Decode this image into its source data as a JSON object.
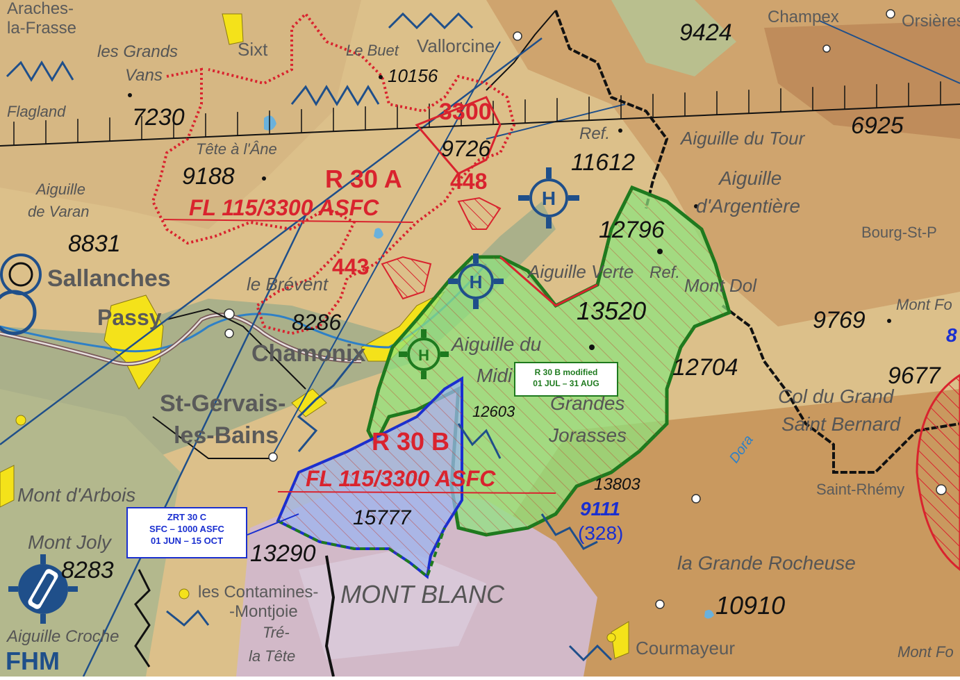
{
  "colors": {
    "terrain_low": "#e3cf94",
    "terrain_mid": "#cfa56d",
    "terrain_high": "#b88455",
    "valley_green": "#a9b58a",
    "glacier": "#c9d9e6",
    "restricted_red": "#d9232e",
    "zone_green": "#1e7a1e",
    "zone_green_fill": "#8ee37e",
    "zone_blue": "#1a2fd0",
    "zone_blue_fill": "#9cb6f0",
    "airway_blue": "#1f4f8a",
    "border_black": "#111111",
    "urban_yellow": "#f4e21a"
  },
  "zones": {
    "r30a": {
      "name": "R 30 A",
      "limits": "FL 115/3300 ASFC",
      "alt1": "3300",
      "alt2": "448",
      "alt3": "443"
    },
    "r30b": {
      "name": "R 30 B",
      "limits": "FL 115/3300 ASFC"
    },
    "r30b_modified": {
      "line1": "R 30 B modified",
      "line2": "01 JUL – 31 AUG"
    },
    "zrt30c": {
      "line1": "ZRT 30 C",
      "line2": "SFC – 1000 ASFC",
      "line3": "01 JUN – 15 OCT"
    }
  },
  "towns": [
    "Sallanches",
    "Chamonix",
    "St-Gervais-",
    "les-Bains",
    "Passy",
    "Courmayeur",
    "Saint-Rhémy",
    "Bourg-St-P",
    "Champex",
    "Orsières",
    "Vallorcine",
    "Sixt",
    "Araches-",
    "la-Frasse",
    "les Contamines-",
    "-Montjoie"
  ],
  "places": [
    "les Grands",
    "Vans",
    "Tête à l'Âne",
    "Aiguille",
    "de Varan",
    "le Brévent",
    "Aiguille du Tour",
    "Aiguille",
    "d'Argentière",
    "Aiguille Verte",
    "Ref.",
    "Aiguille du",
    "Midi",
    "Grandes",
    "Jorasses",
    "MONT BLANC",
    "Col du Grand",
    "Saint Bernard",
    "la Grande Rocheuse",
    "Mont d'Arbois",
    "Mont Joly",
    "Aiguille Croche",
    "Mont Fo",
    "Mont Fo",
    "Tré-",
    "la Tête",
    "Dora",
    "Le Buet",
    "Flagland",
    "Mont Dol",
    "Ref.",
    "FHM"
  ],
  "elevations": [
    "9424",
    "10156",
    "9726",
    "7230",
    "9188",
    "11612",
    "6925",
    "12796",
    "8831",
    "13520",
    "8286",
    "9769",
    "12704",
    "9677",
    "12603",
    "13803",
    "15777",
    "13290",
    "8283",
    "10910",
    "9111",
    "(328)",
    "8"
  ],
  "icons": [
    "heliport-icon",
    "heliport-icon",
    "heliport-icon",
    "vor-icon",
    "vor-icon",
    "airfield-icon"
  ]
}
